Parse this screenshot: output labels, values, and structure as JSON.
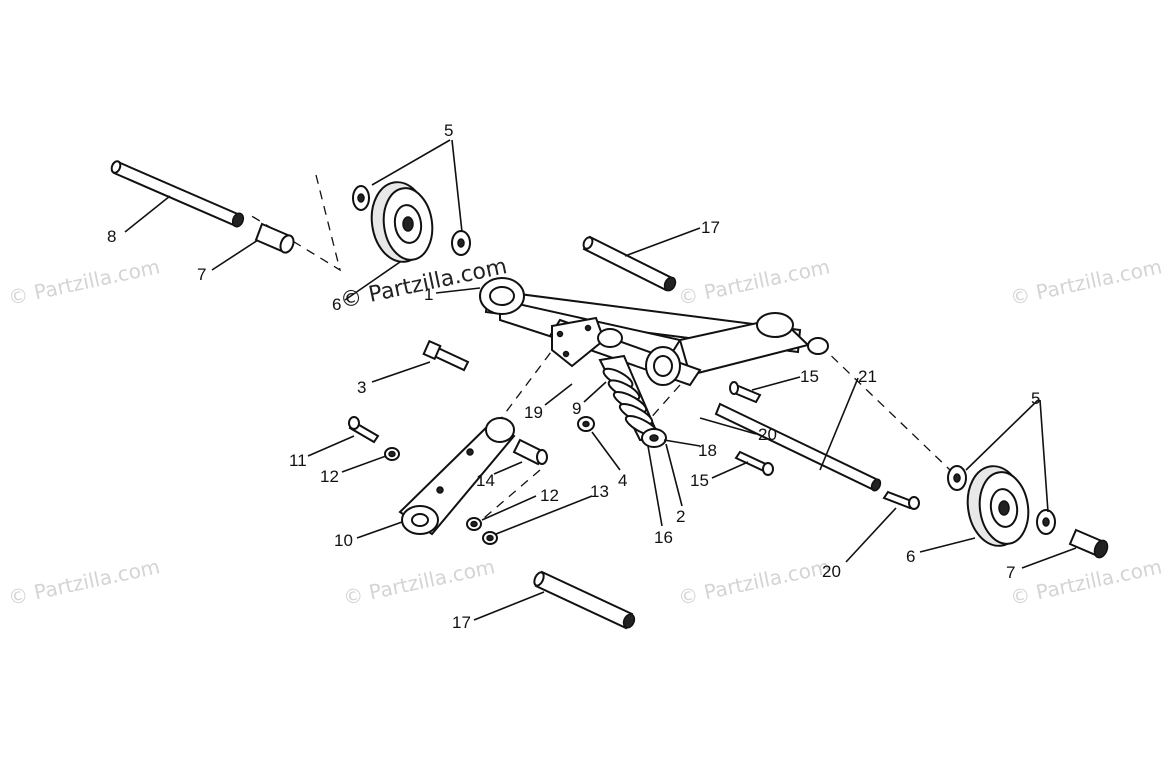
{
  "watermark_text": "© Partzilla.com",
  "callouts": {
    "c1": "1",
    "c2": "2",
    "c3": "3",
    "c4": "4",
    "c5_top": "5",
    "c5_right": "5",
    "c6_left": "6",
    "c6_right": "6",
    "c7_left": "7",
    "c7_right": "7",
    "c8": "8",
    "c9": "9",
    "c10": "10",
    "c11": "11",
    "c12_left": "12",
    "c12_right": "12",
    "c13": "13",
    "c14": "14",
    "c15_upper": "15",
    "c15_lower": "15",
    "c16": "16",
    "c17_top": "17",
    "c17_bottom": "17",
    "c18": "18",
    "c19": "19",
    "c20_upper": "20",
    "c20_lower": "20",
    "c21": "21"
  }
}
